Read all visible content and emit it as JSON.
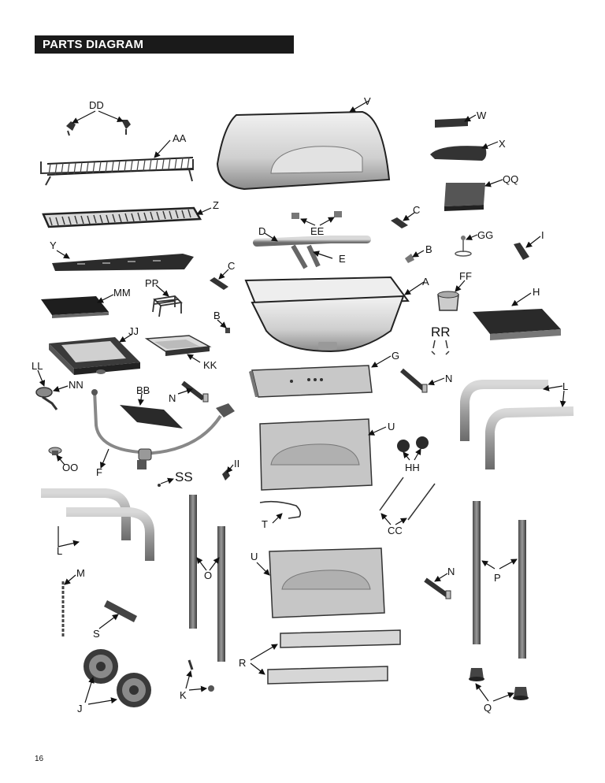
{
  "header": {
    "title": "PARTS DIAGRAM"
  },
  "page_number": "16",
  "labels": {
    "DD": "DD",
    "AA": "AA",
    "Z": "Z",
    "Y": "Y",
    "MM": "MM",
    "PP": "PP",
    "B": "B",
    "C": "C",
    "JJ": "JJ",
    "KK": "KK",
    "LL": "LL",
    "NN": "NN",
    "BB": "BB",
    "N": "N",
    "OO": "OO",
    "F": "F",
    "SS": "SS",
    "II": "II",
    "L": "L",
    "M": "M",
    "S": "S",
    "J": "J",
    "K": "K",
    "O": "O",
    "T": "T",
    "U": "U",
    "R": "R",
    "V": "V",
    "W": "W",
    "X": "X",
    "QQ": "QQ",
    "EE": "EE",
    "D": "D",
    "E": "E",
    "GG": "GG",
    "I": "I",
    "A": "A",
    "FF": "FF",
    "H": "H",
    "RR": "RR",
    "G": "G",
    "HH": "HH",
    "CC": "CC",
    "P": "P",
    "Q": "Q"
  }
}
